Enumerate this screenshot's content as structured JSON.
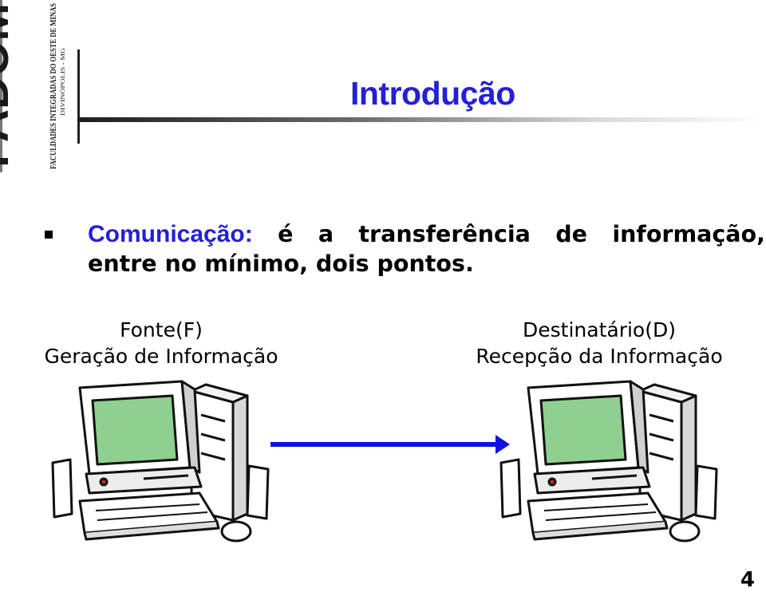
{
  "logo": {
    "wordmark": "FADOM",
    "subtitle": "FACULDADES INTEGRADAS DO OESTE DE MINAS",
    "city": "DIVINÓPOLIS - MG"
  },
  "slide": {
    "title": "Introdução",
    "bullet": {
      "term": "Comunicação:",
      "line1_words": [
        "é",
        "a",
        "transferência",
        "de",
        "informação,"
      ],
      "line2": "entre no mínimo, dois pontos."
    },
    "source": {
      "name": "Fonte(F)",
      "role": "Geração de Informação"
    },
    "destination": {
      "name": "Destinatário(D)",
      "role": "Recepção da Informação"
    },
    "page_number": "4"
  },
  "colors": {
    "title_blue": "#2320d8",
    "arrow_blue": "#1010e0",
    "screen_green": "#8fcf8f"
  },
  "icons": [
    "computer-icon",
    "arrow-right-icon",
    "square-bullet-icon"
  ]
}
